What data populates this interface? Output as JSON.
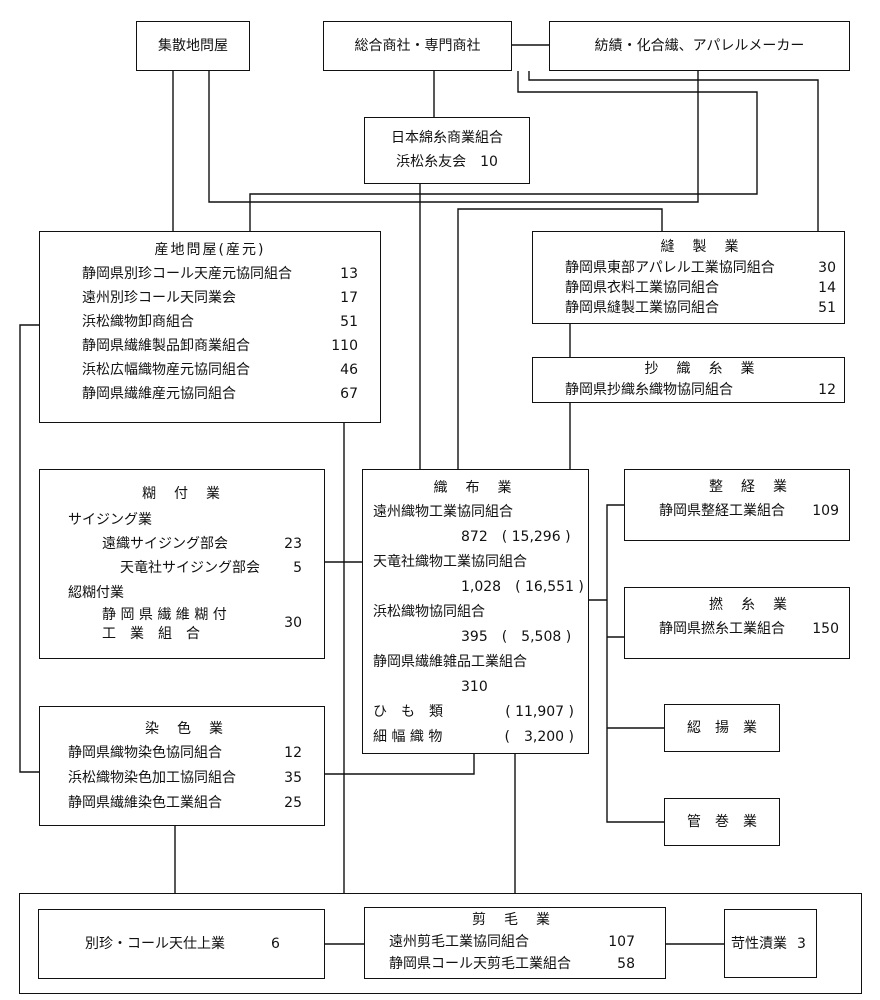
{
  "top": {
    "shusan": "集散地問屋",
    "sogo": "総合商社・専門商社",
    "boseki": "紡績・化合繊、アパレルメーカー"
  },
  "menshi": {
    "line1": "日本綿糸商業組合",
    "line2": "浜松糸友会　10"
  },
  "sanchi": {
    "title": "産地問屋(産元)",
    "items": [
      {
        "name": "静岡県別珍コール天産元協同組合",
        "count": "13"
      },
      {
        "name": "遠州別珍コール天同業会",
        "count": "17"
      },
      {
        "name": "浜松織物卸商組合",
        "count": "51"
      },
      {
        "name": "静岡県繊維製品卸商業組合",
        "count": "110"
      },
      {
        "name": "浜松広幅織物産元協同組合",
        "count": "46"
      },
      {
        "name": "静岡県繊維産元協同組合",
        "count": "67"
      }
    ]
  },
  "hosei": {
    "title": "縫　製　業",
    "items": [
      {
        "name": "静岡県東部アパレル工業協同組合",
        "count": "30"
      },
      {
        "name": "静岡県衣料工業協同組合",
        "count": "14"
      },
      {
        "name": "静岡県縫製工業協同組合",
        "count": "51"
      }
    ]
  },
  "shoshiki": {
    "title": "抄　織　糸　業",
    "items": [
      {
        "name": "静岡県抄織糸織物協同組合",
        "count": "12"
      }
    ]
  },
  "norizuke": {
    "title": "糊　付　業",
    "sizing_label": "サイジング業",
    "sizing": [
      {
        "name": "遠織サイジング部会",
        "count": "23"
      },
      {
        "name": "天竜社サイジング部会",
        "count": "5"
      }
    ],
    "kase_label": "綛糊付業",
    "kase_line1": "静 岡 県 繊 維 糊 付",
    "kase_line2": "工　業　組　合",
    "kase_count": "30"
  },
  "shokufu": {
    "title": "織　布　業",
    "rows": [
      {
        "name": "遠州織物工業協同組合"
      },
      {
        "value": "872　( 15,296 )"
      },
      {
        "name": "天竜社織物工業協同組合"
      },
      {
        "value": "1,028　( 16,551 )"
      },
      {
        "name": "浜松織物協同組合"
      },
      {
        "value": "395　(　5,508 )"
      },
      {
        "name": "静岡県繊維雑品工業組合"
      },
      {
        "value": "310"
      },
      {
        "name": "ひ　も　類",
        "value": "( 11,907 )"
      },
      {
        "name": "細 幅 織 物",
        "value": "(　3,200 )"
      }
    ]
  },
  "seikei": {
    "title": "整　経　業",
    "name": "静岡県整経工業組合",
    "count": "109"
  },
  "nenshi": {
    "title": "撚　糸　業",
    "name": "静岡県撚糸工業組合",
    "count": "150"
  },
  "soage": {
    "label": "綛　揚　業"
  },
  "kanmaki": {
    "label": "管　巻　業"
  },
  "senshoku": {
    "title": "染　色　業",
    "items": [
      {
        "name": "静岡県織物染色協同組合",
        "count": "12"
      },
      {
        "name": "浜松織物染色加工協同組合",
        "count": "35"
      },
      {
        "name": "静岡県繊維染色工業組合",
        "count": "25"
      }
    ]
  },
  "bessin": {
    "label": "別珍・コール天仕上業",
    "count": "6"
  },
  "senmo": {
    "title": "剪　毛　業",
    "items": [
      {
        "name": "遠州剪毛工業協同組合",
        "count": "107"
      },
      {
        "name": "静岡県コール天剪毛工業組合",
        "count": "58"
      }
    ]
  },
  "kasei": {
    "label": "苛性漬業",
    "count": "3"
  }
}
